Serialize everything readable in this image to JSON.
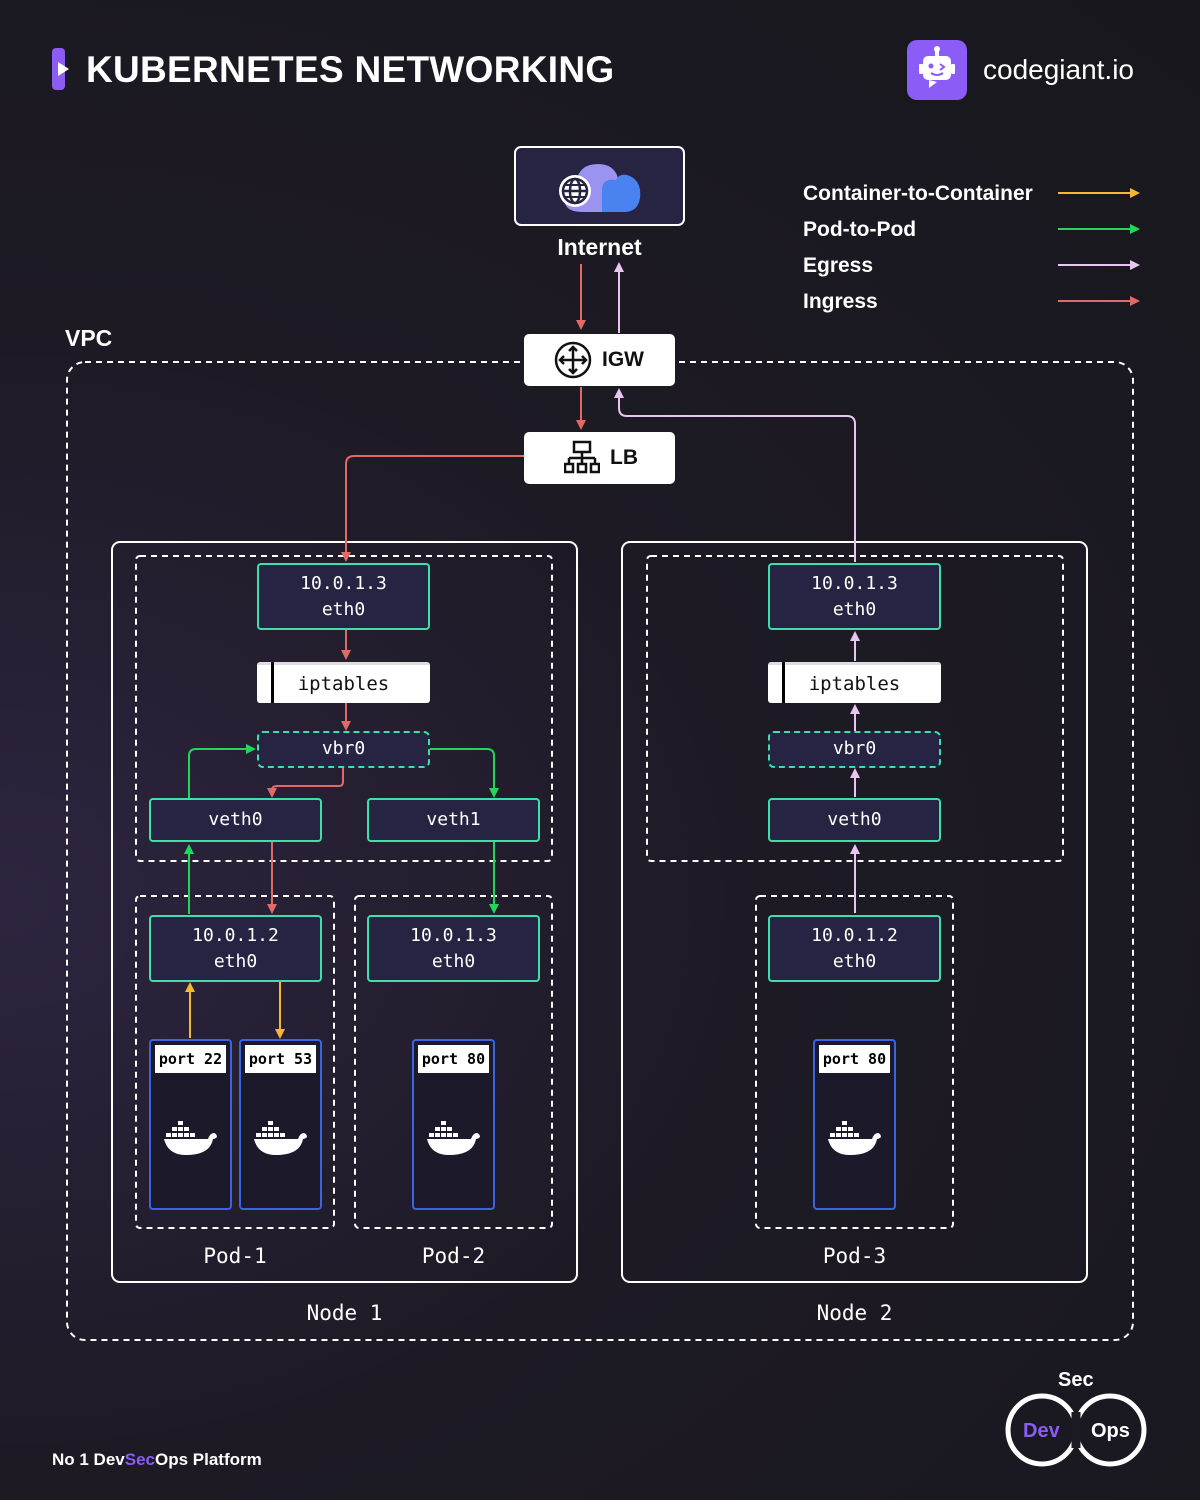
{
  "header": {
    "title": "KUBERNETES NETWORKING",
    "brand": "codegiant.io"
  },
  "legend": [
    {
      "label": "Container-to-Container",
      "color": "#f5b82e"
    },
    {
      "label": "Pod-to-Pod",
      "color": "#22d65a"
    },
    {
      "label": "Egress",
      "color": "#e9c6f2"
    },
    {
      "label": "Ingress",
      "color": "#e06a66"
    }
  ],
  "internet": {
    "label": "Internet"
  },
  "vpc": {
    "label": "VPC"
  },
  "igw": {
    "label": "IGW"
  },
  "lb": {
    "label": "LB"
  },
  "node1": {
    "label": "Node 1",
    "eth0": {
      "ip": "10.0.1.3",
      "name": "eth0"
    },
    "iptables": "iptables",
    "vbr0": "vbr0",
    "veth0": "veth0",
    "veth1": "veth1",
    "pod1": {
      "label": "Pod-1",
      "eth0": {
        "ip": "10.0.1.2",
        "name": "eth0"
      },
      "ports": [
        "port 22",
        "port 53"
      ]
    },
    "pod2": {
      "label": "Pod-2",
      "eth0": {
        "ip": "10.0.1.3",
        "name": "eth0"
      },
      "ports": [
        "port 80"
      ]
    }
  },
  "node2": {
    "label": "Node 2",
    "eth0": {
      "ip": "10.0.1.3",
      "name": "eth0"
    },
    "iptables": "iptables",
    "vbr0": "vbr0",
    "veth0": "veth0",
    "pod3": {
      "label": "Pod-3",
      "eth0": {
        "ip": "10.0.1.2",
        "name": "eth0"
      },
      "ports": [
        "port 80"
      ]
    }
  },
  "footer": {
    "prefix": "No 1 Dev",
    "sec": "Sec",
    "suffix": "Ops Platform",
    "accent": "#8b5cf6"
  },
  "devsecops_logo": {
    "sec": "Sec",
    "dev": "Dev",
    "ops": "Ops"
  },
  "colors": {
    "ingress": "#e06a66",
    "egress": "#e9c6f2",
    "pod_to_pod": "#22d65a",
    "container": "#f5b82e",
    "iface_border": "#3ee0a8",
    "container_border": "#3d63e0"
  }
}
